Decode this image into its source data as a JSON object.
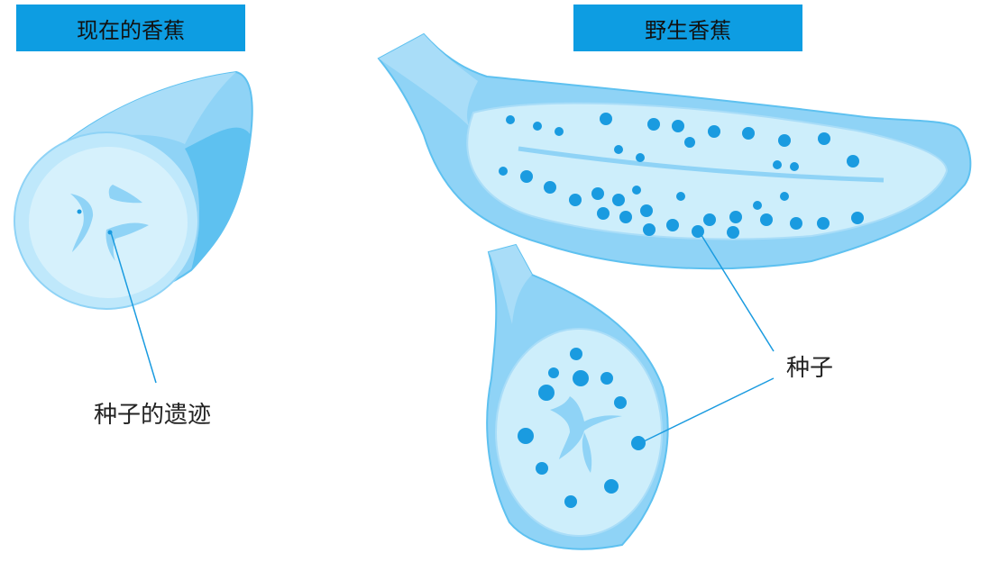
{
  "titles": {
    "modern_banana": "现在的香蕉",
    "wild_banana": "野生香蕉"
  },
  "labels": {
    "seed_remnant": "种子的遗迹",
    "seed": "种子"
  },
  "colors": {
    "title_bg": "#0d9de2",
    "flesh": "#cdeefb",
    "peel": "#8fd3f6",
    "peel_dark": "#5ec1f0",
    "seed": "#1a9be0",
    "leader_line": "#1a9be0"
  }
}
